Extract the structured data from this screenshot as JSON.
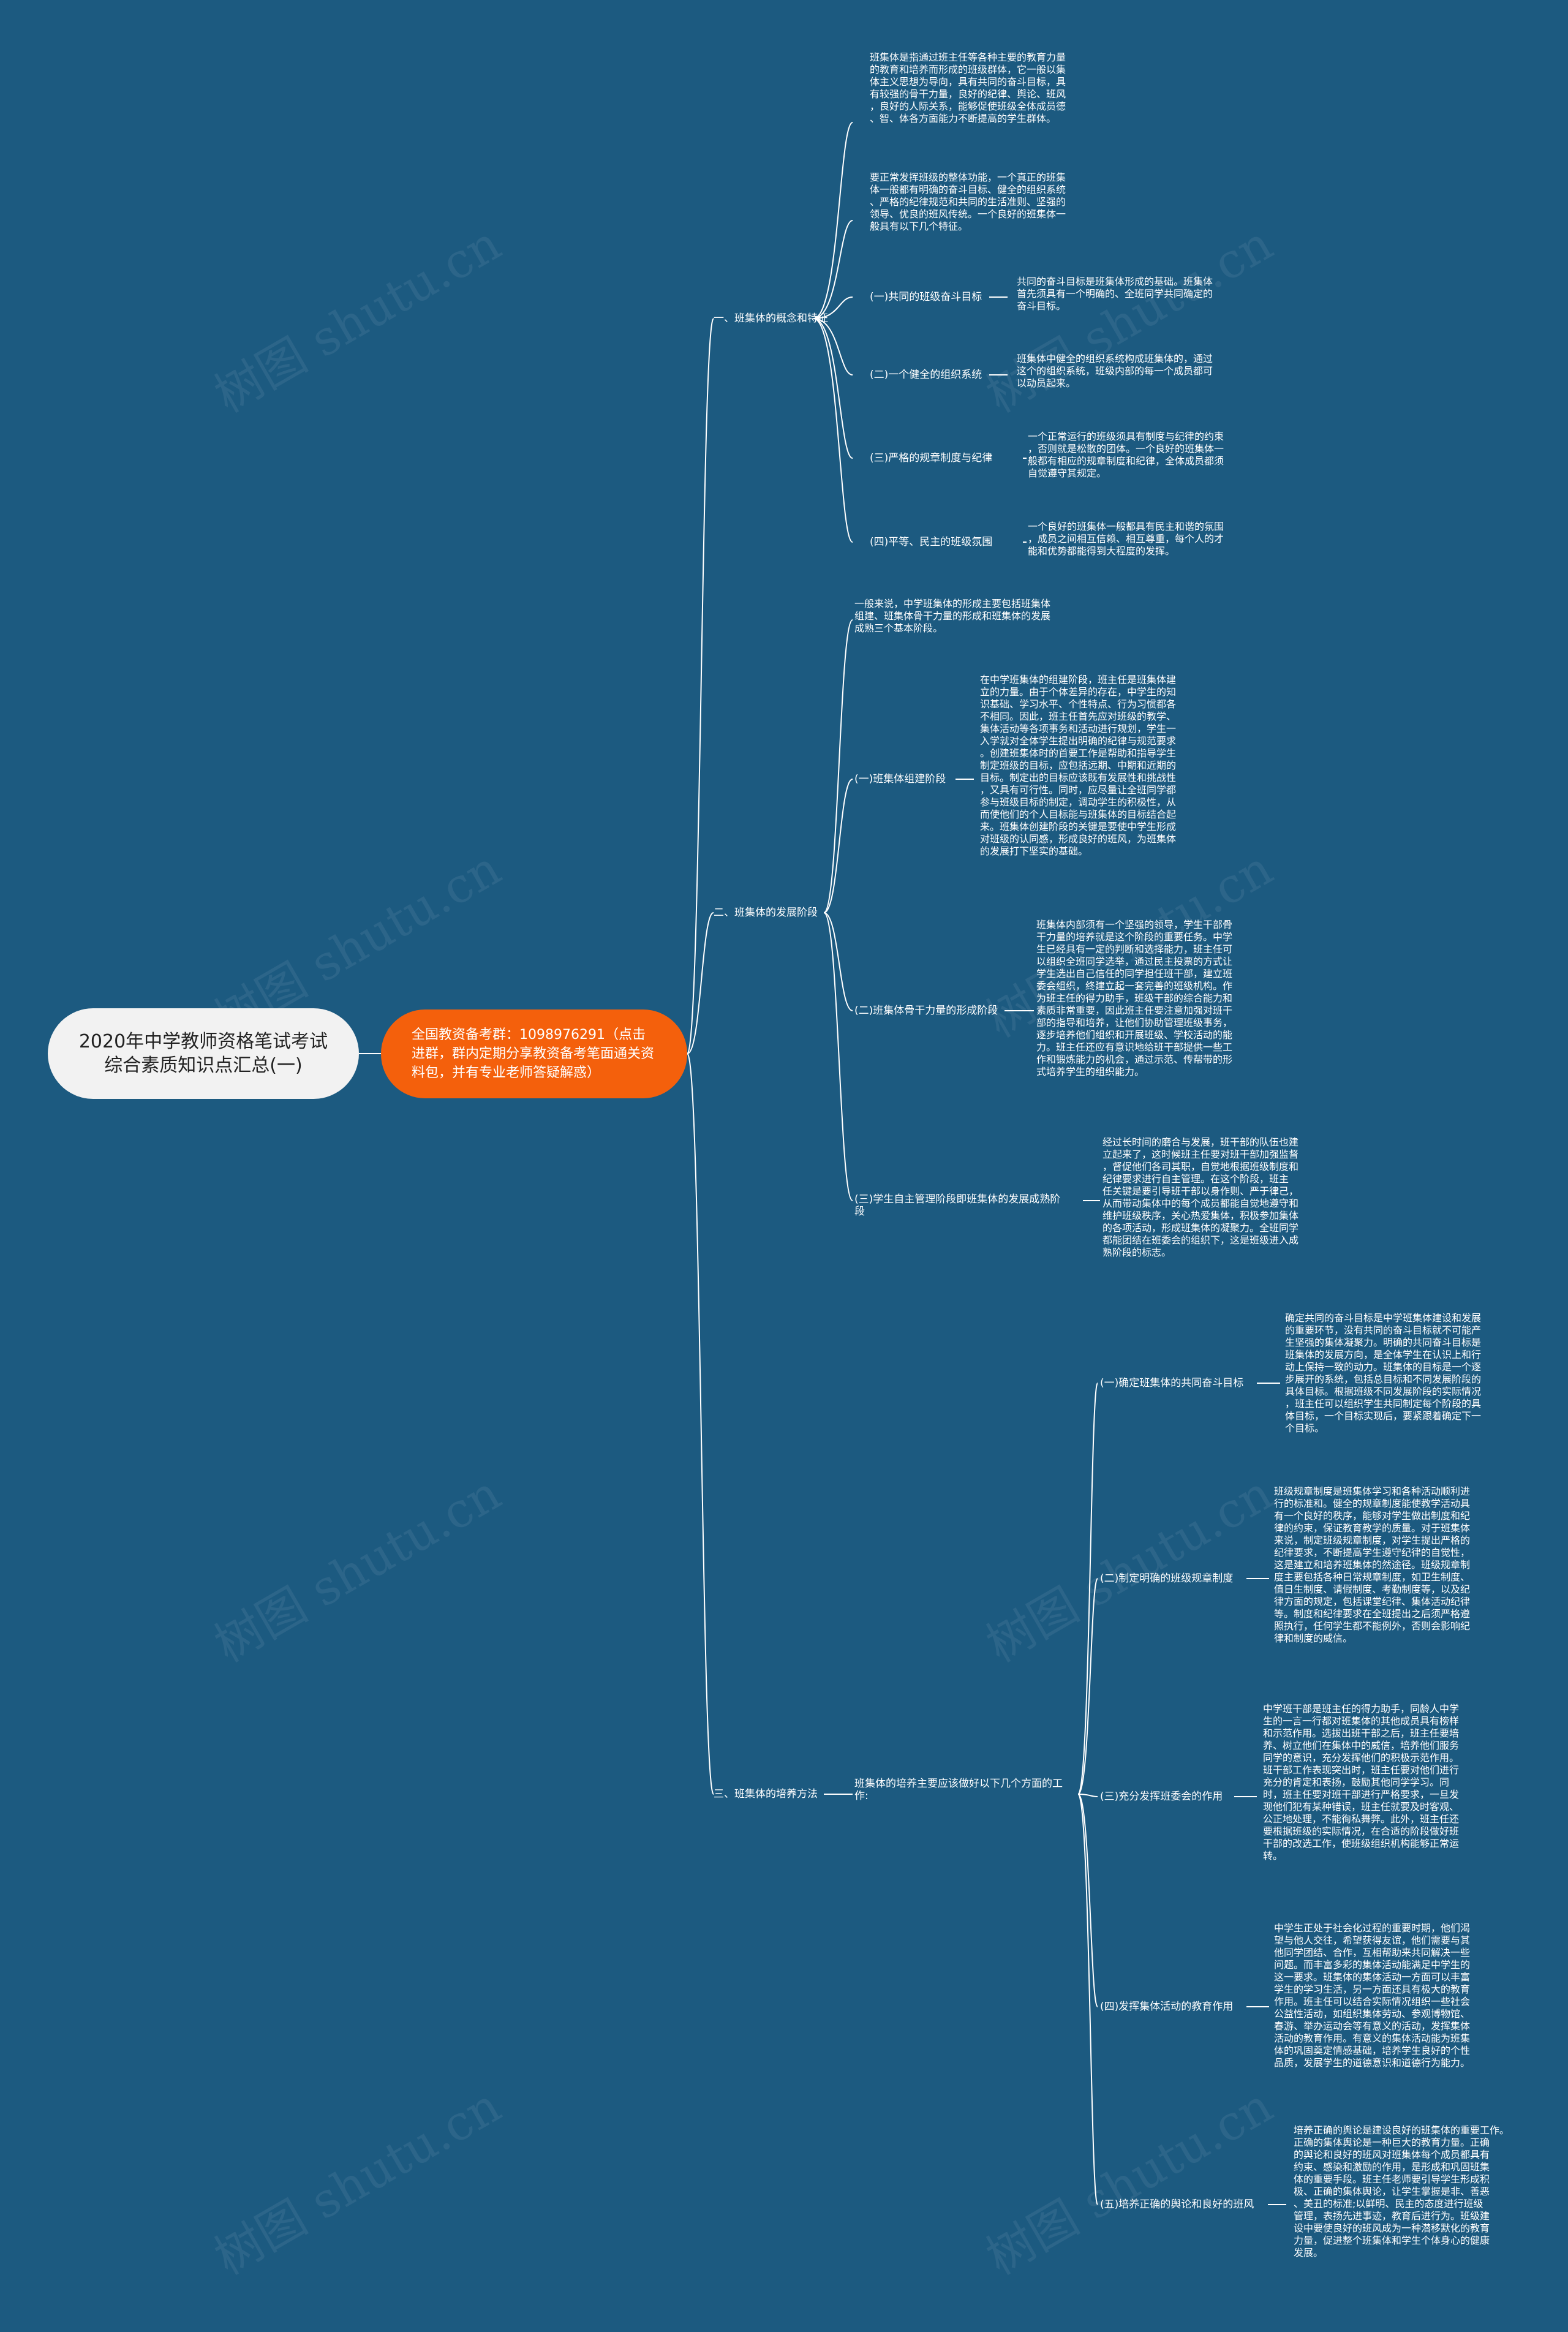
{
  "root": {
    "title": "2020年中学教师资格笔试考试综合素质知识点汇总(一)"
  },
  "hub": {
    "text": "全国教资备考群：1098976291（点击进群，群内定期分享教资备考笔面通关资料包，并有专业老师答疑解惑）"
  },
  "watermark": "树图 shutu.cn",
  "sections": [
    {
      "title": "一、班集体的概念和特征",
      "intro1": "班集体是指通过班主任等各种主要的教育力量\n的教育和培养而形成的班级群体，它一般以集\n体主义思想为导向，具有共同的奋斗目标，具\n有较强的骨干力量，良好的纪律、舆论、班风\n，良好的人际关系，能够促使班级全体成员德\n、智、体各方面能力不断提高的学生群体。",
      "intro2": "要正常发挥班级的整体功能，一个真正的班集\n体一般都有明确的奋斗目标、健全的组织系统\n、严格的纪律规范和共同的生活准则、坚强的\n领导、优良的班风传统。一个良好的班集体一\n般具有以下几个特征。",
      "items": [
        {
          "label": "(一)共同的班级奋斗目标",
          "text": "共同的奋斗目标是班集体形成的基础。班集体\n首先须具有一个明确的、全班同学共同确定的\n奋斗目标。"
        },
        {
          "label": "(二)一个健全的组织系统",
          "text": "班集体中健全的组织系统构成班集体的，通过\n这个的组织系统，班级内部的每一个成员都可\n以动员起来。"
        },
        {
          "label": "(三)严格的规章制度与纪律",
          "text": "一个正常运行的班级须具有制度与纪律的约束\n，否则就是松散的团体。一个良好的班集体一\n般都有相应的规章制度和纪律，全体成员都须\n自觉遵守其规定。"
        },
        {
          "label": "(四)平等、民主的班级氛围",
          "text": "一个良好的班集体一般都具有民主和谐的氛围\n，成员之间相互信赖、相互尊重，每个人的才\n能和优势都能得到大程度的发挥。"
        }
      ]
    },
    {
      "title": "二、班集体的发展阶段",
      "intro": "一般来说，中学班集体的形成主要包括班集体\n组建、班集体骨干力量的形成和班集体的发展\n成熟三个基本阶段。",
      "items": [
        {
          "label": "(一)班集体组建阶段",
          "text": "在中学班集体的组建阶段，班主任是班集体建\n立的力量。由于个体差异的存在，中学生的知\n识基础、学习水平、个性特点、行为习惯都各\n不相同。因此，班主任首先应对班级的教学、\n集体活动等各项事务和活动进行规划，学生一\n入学就对全体学生提出明确的纪律与规范要求\n。创建班集体时的首要工作是帮助和指导学生\n制定班级的目标，应包括远期、中期和近期的\n目标。制定出的目标应该既有发展性和挑战性\n，又具有可行性。同时，应尽量让全班同学都\n参与班级目标的制定，调动学生的积极性，从\n而使他们的个人目标能与班集体的目标结合起\n来。班集体创建阶段的关键是要使中学生形成\n对班级的认同感，形成良好的班风，为班集体\n的发展打下坚实的基础。"
        },
        {
          "label": "(二)班集体骨干力量的形成阶段",
          "text": "班集体内部须有一个坚强的领导，学生干部骨\n干力量的培养就是这个阶段的重要任务。中学\n生已经具有一定的判断和选择能力，班主任可\n以组织全班同学选举，通过民主投票的方式让\n学生选出自己信任的同学担任班干部，建立班\n委会组织，终建立起一套完善的班级机构。作\n为班主任的得力助手，班级干部的综合能力和\n素质非常重要，因此班主任要注意加强对班干\n部的指导和培养，让他们协助管理班级事务，\n逐步培养他们组织和开展班级、学校活动的能\n力。班主任还应有意识地给班干部提供一些工\n作和锻炼能力的机会，通过示范、传帮带的形\n式培养学生的组织能力。"
        },
        {
          "label": "(三)学生自主管理阶段即班集体的发展成熟阶\n段",
          "text": "经过长时间的磨合与发展，班干部的队伍也建\n立起来了，这时候班主任要对班干部加强监督\n，督促他们各司其职，自觉地根据班级制度和\n纪律要求进行自主管理。在这个阶段，班主\n任关键是要引导班干部以身作则、严于律己，\n从而带动集体中的每个成员都能自觉地遵守和\n维护班级秩序，关心热爱集体，积极参加集体\n的各项活动，形成班集体的凝聚力。全班同学\n都能团结在班委会的组织下，这是班级进入成\n熟阶段的标志。"
        }
      ]
    },
    {
      "title": "三、班集体的培养方法",
      "sub": "班集体的培养主要应该做好以下几个方面的工\n作:",
      "items": [
        {
          "label": "(一)确定班集体的共同奋斗目标",
          "text": "确定共同的奋斗目标是中学班集体建设和发展\n的重要环节，没有共同的奋斗目标就不可能产\n生坚强的集体凝聚力。明确的共同奋斗目标是\n班集体的发展方向，是全体学生在认识上和行\n动上保持一致的动力。班集体的目标是一个逐\n步展开的系统，包括总目标和不同发展阶段的\n具体目标。根据班级不同发展阶段的实际情况\n，班主任可以组织学生共同制定每个阶段的具\n体目标，一个目标实现后，要紧跟着确定下一\n个目标。"
        },
        {
          "label": "(二)制定明确的班级规章制度",
          "text": "班级规章制度是班集体学习和各种活动顺利进\n行的标准和。健全的规章制度能使教学活动具\n有一个良好的秩序，能够对学生做出制度和纪\n律的约束，保证教育教学的质量。对于班集体\n来说，制定班级规章制度，对学生提出严格的\n纪律要求，不断提高学生遵守纪律的自觉性，\n这是建立和培养班集体的然途径。班级规章制\n度主要包括各种日常规章制度，如卫生制度、\n值日生制度、请假制度、考勤制度等，以及纪\n律方面的规定，包括课堂纪律、集体活动纪律\n等。制度和纪律要求在全班提出之后须严格遵\n照执行，任何学生都不能例外，否则会影响纪\n律和制度的威信。"
        },
        {
          "label": "(三)充分发挥班委会的作用",
          "text": "中学班干部是班主任的得力助手，同龄人中学\n生的一言一行都对班集体的其他成员具有榜样\n和示范作用。选拔出班干部之后，班主任要培\n养、树立他们在集体中的威信，培养他们服务\n同学的意识，充分发挥他们的积极示范作用。\n班干部工作表现突出时，班主任要对他们进行\n充分的肯定和表扬，鼓励其他同学学习。同\n时，班主任要对班干部进行严格要求，一旦发\n现他们犯有某种错误，班主任就要及时客观、\n公正地处理，不能徇私舞弊。此外，班主任还\n要根据班级的实际情况，在合适的阶段做好班\n干部的改选工作，使班级组织机构能够正常运\n转。"
        },
        {
          "label": "(四)发挥集体活动的教育作用",
          "text": "中学生正处于社会化过程的重要时期，他们渴\n望与他人交往，希望获得友谊，他们需要与其\n他同学团结、合作，互相帮助来共同解决一些\n问题。而丰富多彩的集体活动能满足中学生的\n这一要求。班集体的集体活动一方面可以丰富\n学生的学习生活，另一方面还具有极大的教育\n作用。班主任可以结合实际情况组织一些社会\n公益性活动，如组织集体劳动、参观博物馆、\n春游、举办运动会等有意义的活动，发挥集体\n活动的教育作用。有意义的集体活动能为班集\n体的巩固奠定情感基础，培养学生良好的个性\n品质，发展学生的道德意识和道德行为能力。"
        },
        {
          "label": "(五)培养正确的舆论和良好的班风",
          "text": "培养正确的舆论是建设良好的班集体的重要工作。\n正确的集体舆论是一种巨大的教育力量。正确\n的舆论和良好的班风对班集体每个成员都具有\n约束、感染和激励的作用，是形成和巩固班集\n体的重要手段。班主任老师要引导学生形成积\n极、正确的集体舆论，让学生掌握是非、善恶\n、美丑的标准;以鲜明、民主的态度进行班级\n管理，表扬先进事迹，教育后进行为。班级建\n设中要使良好的班风成为一种潜移默化的教育\n力量，促进整个班集体和学生个体身心的健康\n发展。"
        }
      ]
    }
  ]
}
